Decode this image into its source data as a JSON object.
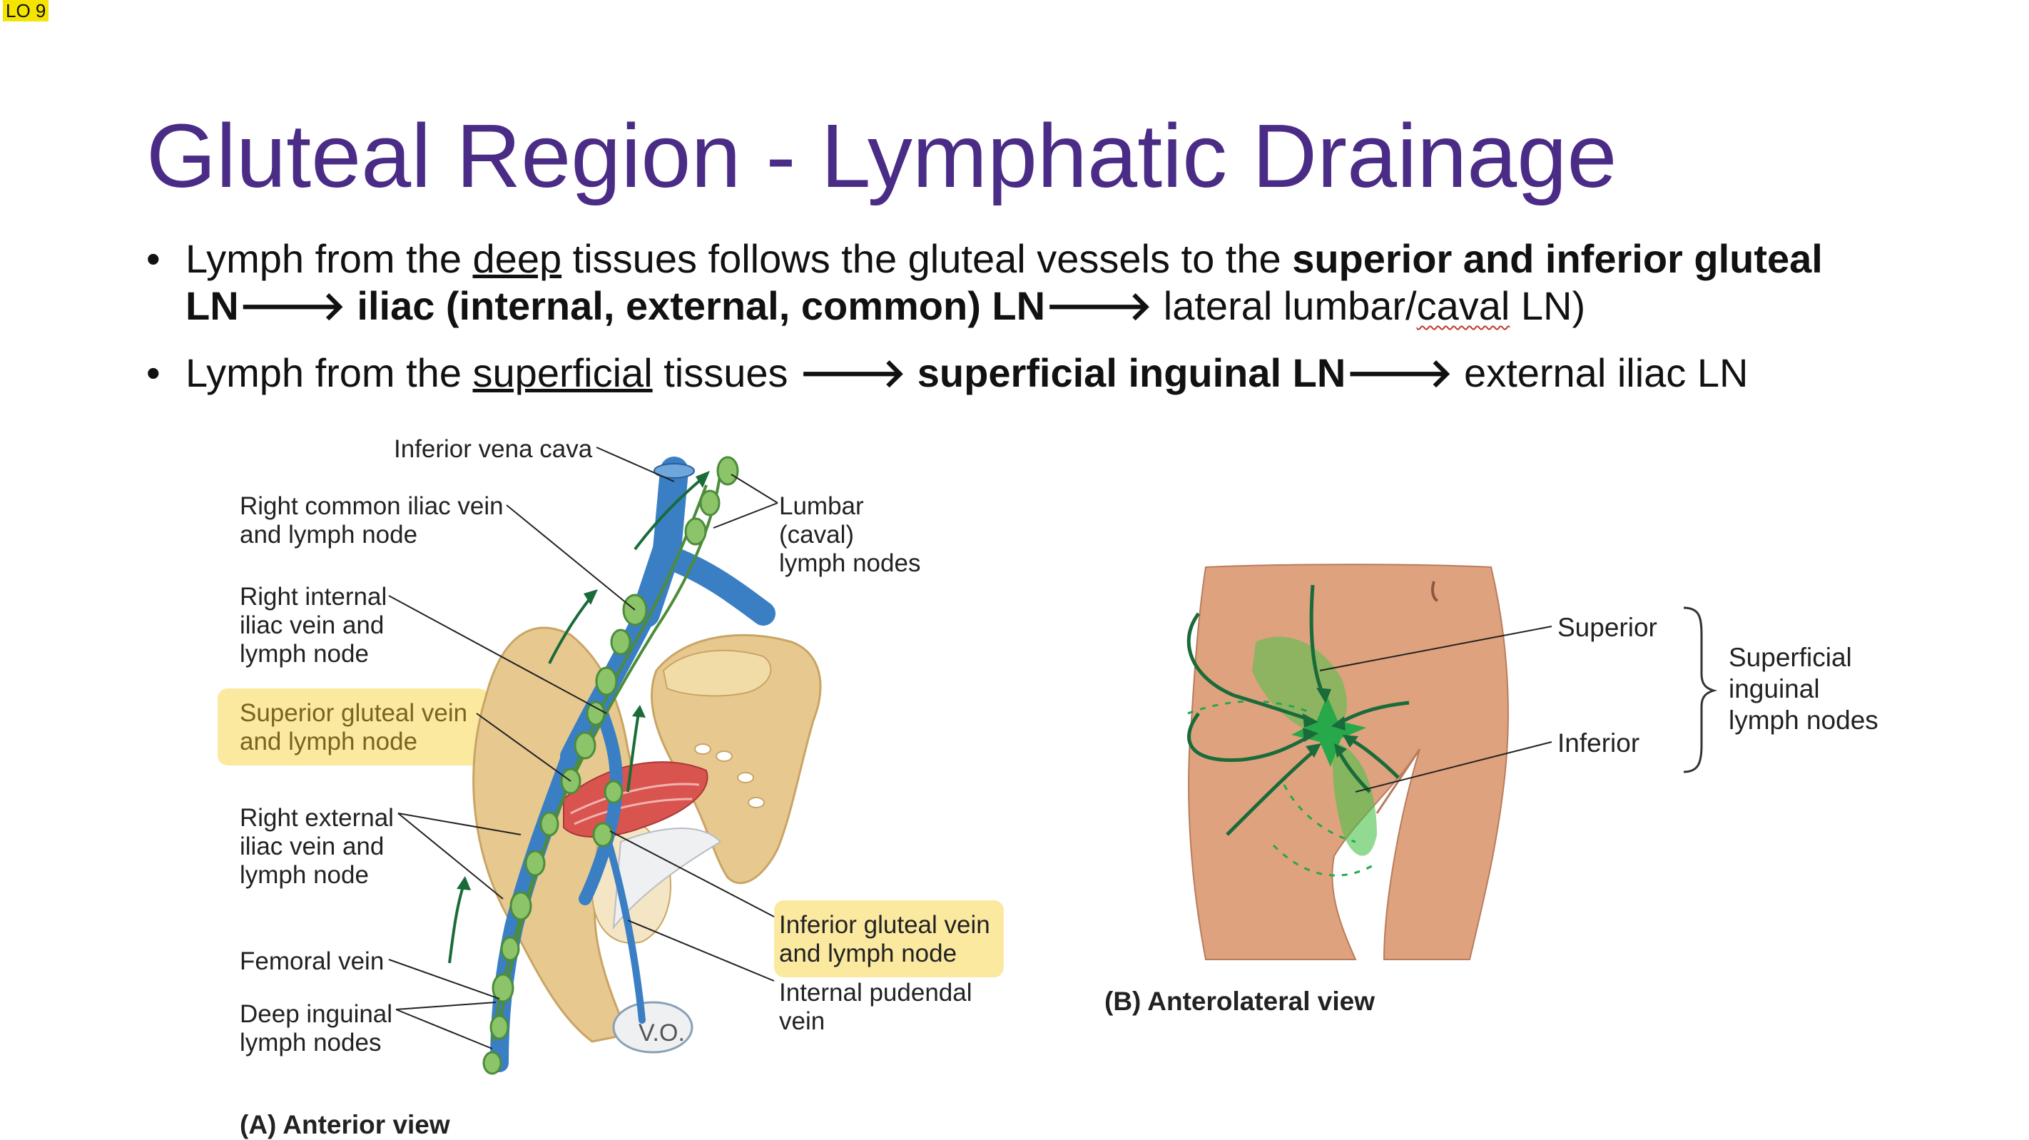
{
  "lo_tag": "LO 9",
  "title": "Gluteal Region - Lymphatic Drainage",
  "bullet1": {
    "t1": "Lymph from the ",
    "t2": "deep",
    "t3": " tissues follows the gluteal vessels to the ",
    "t4": "superior and inferior gluteal LN",
    "t5": " iliac (internal, external, common) LN",
    "t6": " lateral lumbar/",
    "t7": "caval",
    "t8": " LN)"
  },
  "bullet2": {
    "t1": "Lymph from the ",
    "t2": "superficial",
    "t3": " tissues ",
    "t4": " superficial inguinal LN",
    "t5": " external iliac LN"
  },
  "arrow_glyph": "🡒",
  "figA": {
    "ivc": "Inferior vena cava",
    "rciv1": "Right common iliac vein",
    "rciv2": "and lymph node",
    "riiv1": "Right internal",
    "riiv2": "iliac vein and",
    "riiv3": "lymph node",
    "sgv1": "Superior gluteal vein",
    "sgv2": "and lymph node",
    "reiv1": "Right external",
    "reiv2": "iliac vein and",
    "reiv3": "lymph node",
    "fem": "Femoral vein",
    "dil1": "Deep inguinal",
    "dil2": "lymph nodes",
    "lum1": "Lumbar",
    "lum2": "(caval)",
    "lum3": "lymph nodes",
    "igv1": "Inferior gluteal vein",
    "igv2": "and lymph node",
    "ipv1": "Internal pudendal",
    "ipv2": "vein",
    "vo": "V.O.",
    "caption": "(A) Anterior view"
  },
  "figB": {
    "superior": "Superior",
    "inferior": "Inferior",
    "group1": "Superficial",
    "group2": "inguinal",
    "group3": "lymph nodes",
    "caption": "(B) Anterolateral view"
  },
  "colors": {
    "title": "#4a2c86",
    "vein": "#3a7fc4",
    "node": "#8cc46a",
    "arrow": "#1a6b3a",
    "bone": "#e7c98f",
    "highlight": "#fbe9a0",
    "skin": "#dfa27e"
  }
}
